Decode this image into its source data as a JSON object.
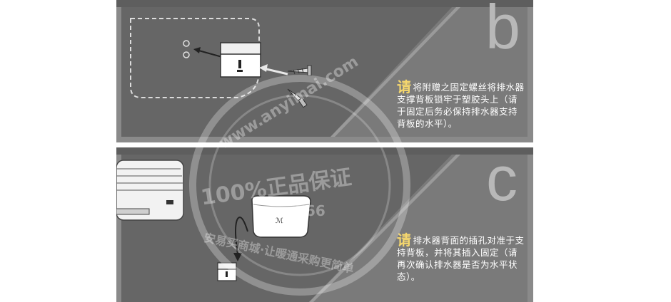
{
  "step_b": {
    "letter": "b",
    "lead": "请",
    "text": "将附赠之固定螺丝将排水器支撑背板锁牢于塑胶头上（请于固定后务必保持排水器支持背板的水平）。"
  },
  "step_c": {
    "letter": "c",
    "lead": "请",
    "text": "排水器背面的插孔对准于支持背板，并将其插入固定（请再次确认排水器是否为水平状态）。"
  },
  "watermark": {
    "site": "www.anyimai.com",
    "slogan": "100%正品保证",
    "phone": "766",
    "tagline": "安易买商城·让暖通采购更简单"
  },
  "colors": {
    "panel": "#8a8a8a",
    "panel_inner": "#666666",
    "highlight": "#f5d76e",
    "text": "#ffffff"
  }
}
